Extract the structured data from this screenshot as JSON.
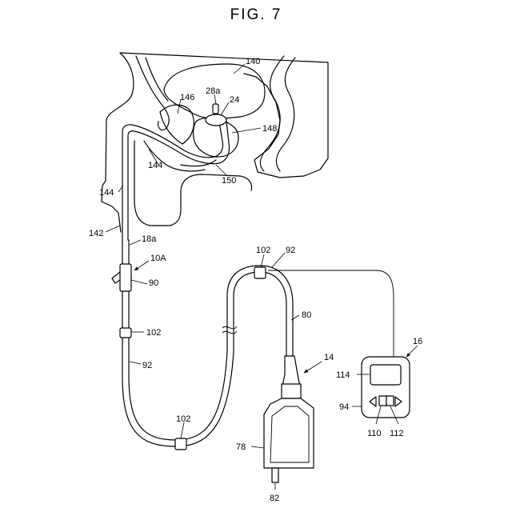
{
  "figure": {
    "title": "FIG. 7"
  },
  "labels": {
    "l140": "140",
    "l28a": "28a",
    "l24": "24",
    "l146": "146",
    "l148": "148",
    "l144a": "144",
    "l144b": "144",
    "l150": "150",
    "l142": "142",
    "l18a": "18a",
    "l10A": "10A",
    "l90": "90",
    "l102a": "102",
    "l92a": "92",
    "l102b": "102",
    "l102c": "102",
    "l92b": "92",
    "l80": "80",
    "l14": "14",
    "l16": "16",
    "l114": "114",
    "l94": "94",
    "l110": "110",
    "l112": "112",
    "l78": "78",
    "l82": "82"
  }
}
